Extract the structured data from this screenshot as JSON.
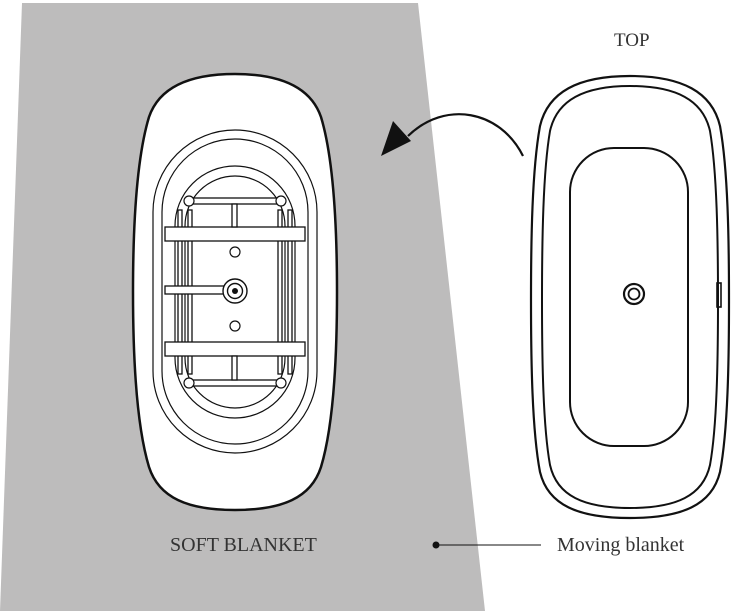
{
  "labels": {
    "top_view": "TOP",
    "soft_blanket": "SOFT BLANKET",
    "moving_blanket": "Moving blanket"
  },
  "colors": {
    "blanket": "#bdbcbc",
    "stroke": "#111111",
    "tub_fill": "#ffffff",
    "text": "#333333"
  },
  "icons": {
    "arrow": "curved-arrow-left-icon",
    "drain": "drain-icon"
  }
}
